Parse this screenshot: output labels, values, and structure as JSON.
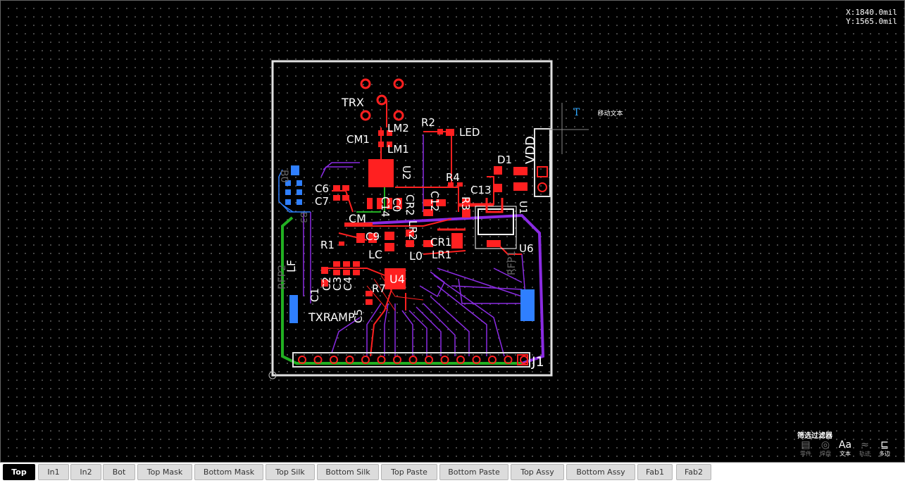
{
  "coords": {
    "x": "X:1840.0mil",
    "y": "Y:1565.0mil"
  },
  "tool": {
    "label": "移动文本",
    "icon": "T"
  },
  "designators": [
    "TRX",
    "CM1",
    "LM2",
    "LM1",
    "R2",
    "LED",
    "U2",
    "VDD",
    "D1",
    "R4",
    "C13",
    "C6",
    "C7",
    "C14",
    "C0",
    "CR2",
    "C12",
    "R3",
    "U1",
    "CM",
    "C9",
    "LR2",
    "CR1",
    "R1",
    "LC",
    "L0",
    "LR1",
    "U6",
    "LF",
    "C1",
    "C2",
    "C3",
    "C4",
    "U4",
    "R7",
    "C5",
    "TXRAMP",
    "J1",
    "RFP2",
    "RFP1",
    "B0",
    "B3"
  ],
  "filter": {
    "title": "筛选过滤器",
    "tools": [
      {
        "icon": "component-icon",
        "label": "零件"
      },
      {
        "icon": "pad-icon",
        "label": "焊盘"
      },
      {
        "icon": "text-icon",
        "label": "文本"
      },
      {
        "icon": "track-icon",
        "label": "轨迹"
      },
      {
        "icon": "polygon-icon",
        "label": "多边"
      }
    ]
  },
  "layers": [
    "Top",
    "In1",
    "In2",
    "Bot",
    "Top Mask",
    "Bottom Mask",
    "Top Silk",
    "Bottom Silk",
    "Top Paste",
    "Bottom Paste",
    "Top Assy",
    "Bottom Assy",
    "Fab1",
    "Fab2"
  ],
  "active_layer": "Top",
  "colors": {
    "top_copper": "#ff2020",
    "bottom_copper": "#2f7fff",
    "inner_purple": "#8a2be2",
    "inner_green": "#22b022",
    "silk": "#ffffff",
    "board_outline": "#d9d9d9"
  }
}
